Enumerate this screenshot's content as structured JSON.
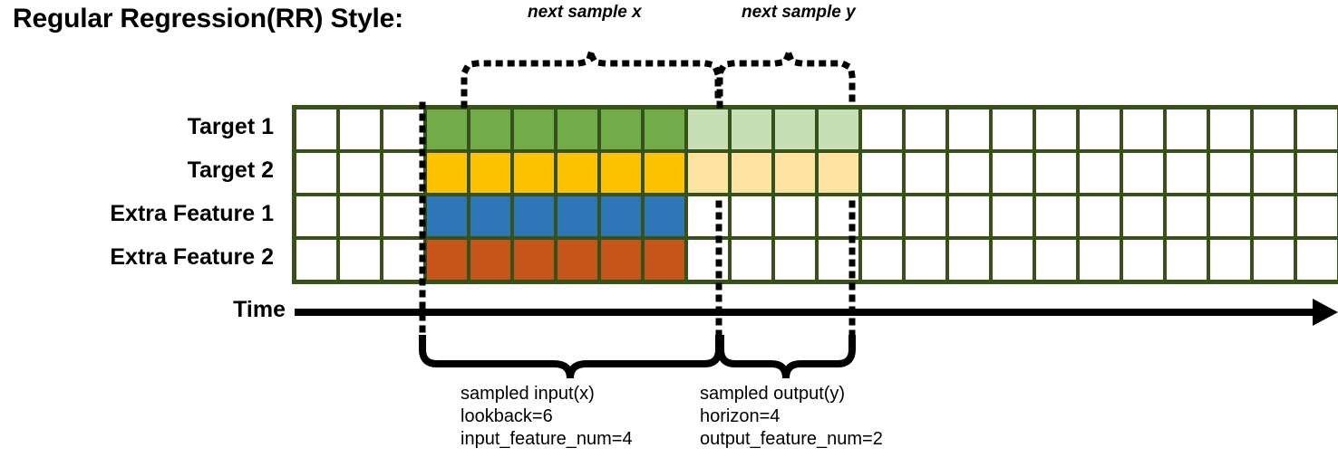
{
  "title": "Regular Regression(RR) Style:",
  "annotations": {
    "next_sample_x": "next sample x",
    "next_sample_y": "next sample y"
  },
  "axis": {
    "time_label": "Time"
  },
  "rows": [
    {
      "label": "Target 1",
      "name": "target-1"
    },
    {
      "label": "Target 2",
      "name": "target-2"
    },
    {
      "label": "Extra Feature 1",
      "name": "extra-feature-1"
    },
    {
      "label": "Extra Feature 2",
      "name": "extra-feature-2"
    }
  ],
  "grid": {
    "columns": 24,
    "input_start_col": 3,
    "input_end_col": 9,
    "output_end_col": 13,
    "cells": [
      [
        "white",
        "white",
        "white",
        "green",
        "green",
        "green",
        "green",
        "green",
        "green",
        "lgreen",
        "lgreen",
        "lgreen",
        "lgreen",
        "white",
        "white",
        "white",
        "white",
        "white",
        "white",
        "white",
        "white",
        "white",
        "white",
        "white"
      ],
      [
        "white",
        "white",
        "white",
        "yellow",
        "yellow",
        "yellow",
        "yellow",
        "yellow",
        "yellow",
        "lyellow",
        "lyellow",
        "lyellow",
        "lyellow",
        "white",
        "white",
        "white",
        "white",
        "white",
        "white",
        "white",
        "white",
        "white",
        "white",
        "white"
      ],
      [
        "white",
        "white",
        "white",
        "blue",
        "blue",
        "blue",
        "blue",
        "blue",
        "blue",
        "white",
        "white",
        "white",
        "white",
        "white",
        "white",
        "white",
        "white",
        "white",
        "white",
        "white",
        "white",
        "white",
        "white",
        "white"
      ],
      [
        "white",
        "white",
        "white",
        "orange",
        "orange",
        "orange",
        "orange",
        "orange",
        "orange",
        "white",
        "white",
        "white",
        "white",
        "white",
        "white",
        "white",
        "white",
        "white",
        "white",
        "white",
        "white",
        "white",
        "white",
        "white"
      ]
    ]
  },
  "captions": {
    "input": [
      "sampled input(x)",
      "lookback=6",
      "input_feature_num=4"
    ],
    "output": [
      "sampled output(y)",
      "horizon=4",
      "output_feature_num=2"
    ]
  },
  "colors": {
    "border": "#375219",
    "green": "#72AC4A",
    "light_green": "#C6DFB4",
    "yellow": "#FDC300",
    "light_yellow": "#FDE3A0",
    "blue": "#2E76B8",
    "orange": "#C5551A",
    "line": "#000000"
  }
}
